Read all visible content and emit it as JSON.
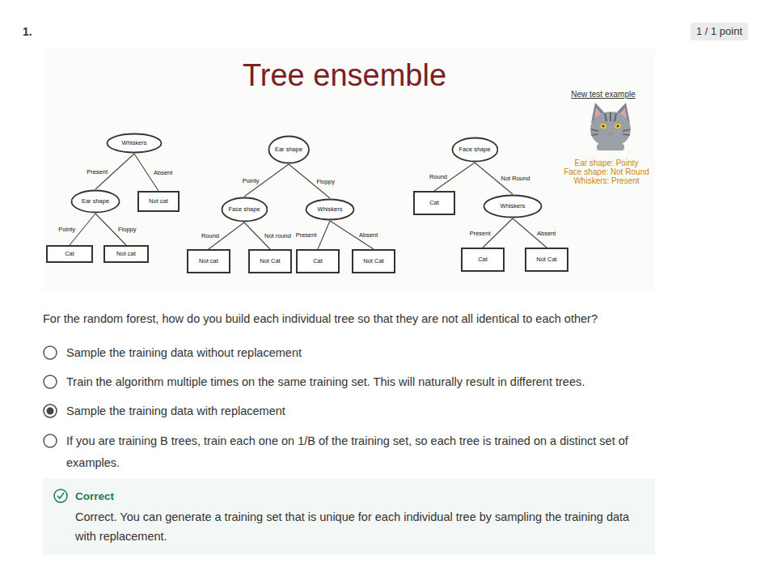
{
  "diagram": {
    "title": "Tree ensemble",
    "nodes": [
      {
        "text": [
          "1 / 1 point"
        ]
      },
      {
        "text": [
          "Whiskers"
        ]
      },
      {
        "text": [
          "Ear shape"
        ]
      },
      {
        "text": [
          "Not cat"
        ]
      },
      {
        "text": [
          "Cat"
        ]
      },
      {
        "text": [
          "Not cat"
        ]
      },
      {
        "text": [
          "Ear shape"
        ]
      },
      {
        "text": [
          "Face shape"
        ]
      },
      {
        "text": [
          "Whiskers"
        ]
      },
      {
        "text": [
          "Not cat"
        ]
      },
      {
        "text": [
          "Not Cat"
        ]
      },
      {
        "text": [
          "Cat"
        ]
      },
      {
        "text": [
          "Not Cat"
        ]
      },
      {
        "text": [
          "Face shape"
        ]
      },
      {
        "text": [
          "Cat"
        ]
      },
      {
        "text": [
          "Whiskers"
        ]
      },
      {
        "text": [
          "Cat"
        ]
      },
      {
        "text": [
          "Not Cat"
        ]
      },
      {
        "text": [
          "Correct",
          "Correct. You can generate a training set that is unique for each individual tree by sampling the training data with replacement."
        ]
      }
    ],
    "edges": [
      {
        "from": 1,
        "to": 2,
        "arrow": "none",
        "label": "Present"
      },
      {
        "from": 1,
        "to": 3,
        "arrow": "none",
        "label": "Absent"
      },
      {
        "from": 2,
        "to": 4,
        "arrow": "none",
        "label": "Pointy"
      },
      {
        "from": 2,
        "to": 5,
        "arrow": "none",
        "label": "Floppy"
      },
      {
        "from": 6,
        "to": 7,
        "arrow": "none",
        "label": "Pointy"
      },
      {
        "from": 6,
        "to": 8,
        "arrow": "none",
        "label": "Floppy"
      },
      {
        "from": 7,
        "to": 9,
        "arrow": "none",
        "label": "Round"
      },
      {
        "from": 7,
        "to": 10,
        "arrow": "none",
        "label": "Not round"
      },
      {
        "from": 8,
        "to": 11,
        "arrow": "none",
        "label": "Present"
      },
      {
        "from": 8,
        "to": 12,
        "arrow": "none",
        "label": "Absent"
      },
      {
        "from": 13,
        "to": 14,
        "arrow": "none",
        "label": "Round"
      },
      {
        "from": 13,
        "to": 15,
        "arrow": "none",
        "label": "Not Round"
      },
      {
        "from": 15,
        "to": 16,
        "arrow": "none",
        "label": "Present"
      },
      {
        "from": 15,
        "to": 17,
        "arrow": "none",
        "label": "Absent"
      }
    ],
    "labels": [
      "1.",
      "New test example",
      "Ear shape: Pointy",
      "Face shape: Not Round",
      "Whiskers: Present",
      "For the random forest, how do you build each individual tree so that they are not all identical to each other?",
      "Sample the training data without replacement",
      "Train the algorithm multiple times on the same training set. This will naturally result in different trees.",
      "Sample the training data with replacement",
      "If you are training B trees, train each one on 1/B of the training set, so each tree is trained on a distinct set of examples."
    ]
  }
}
